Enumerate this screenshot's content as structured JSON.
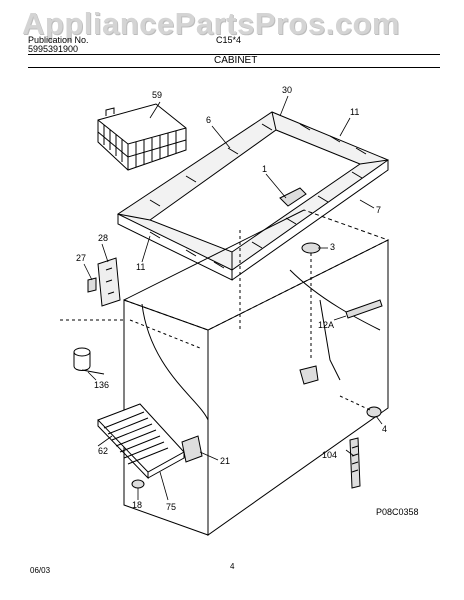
{
  "watermark": "AppliancePartsPros.com",
  "header": {
    "model_line": "Publication No.",
    "part_number": "5995391900",
    "model_code": "C15*4",
    "section_title": "CABINET"
  },
  "callouts": {
    "c59": "59",
    "c30": "30",
    "c6": "6",
    "c11a": "11",
    "c1": "1",
    "c7": "7",
    "c28": "28",
    "c3": "3",
    "c27": "27",
    "c11b": "11",
    "c12a": "12A",
    "c136": "136",
    "c4": "4",
    "c62": "62",
    "c21": "21",
    "c104": "104",
    "c18": "18",
    "c75": "75"
  },
  "diagram_code": "P08C0358",
  "footer": {
    "date": "06/03",
    "page": "4"
  }
}
